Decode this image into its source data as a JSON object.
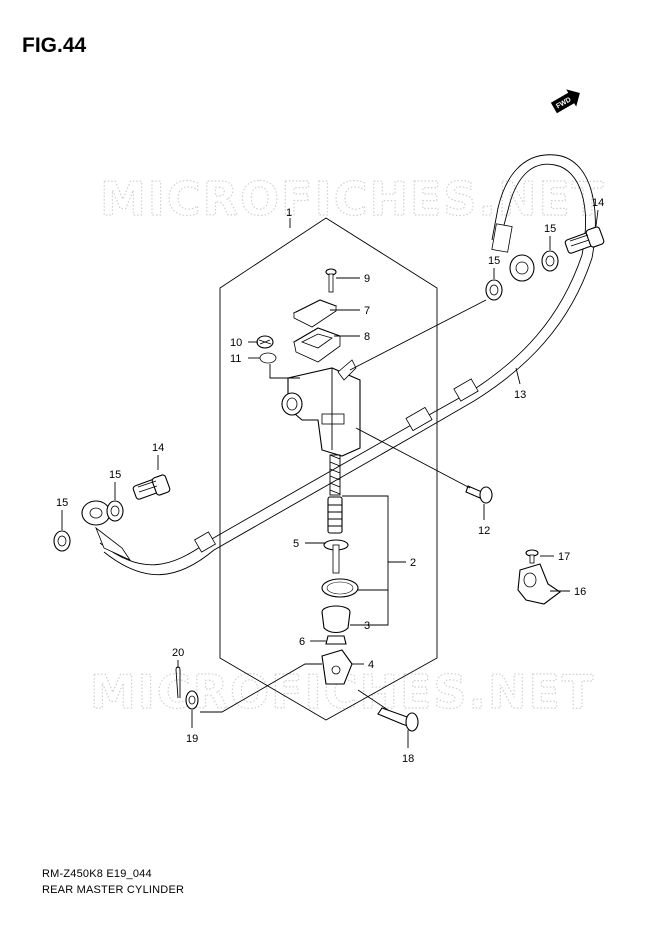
{
  "figure": {
    "label": "FIG.44",
    "direction_badge": "FWD",
    "watermark": "MICROFICHES.NET"
  },
  "footer": {
    "model_code": "RM-Z450K8 E19_044",
    "diagram_name": "REAR MASTER CYLINDER"
  },
  "callouts": [
    {
      "key": "p1",
      "number": "1"
    },
    {
      "key": "p2",
      "number": "2"
    },
    {
      "key": "p3",
      "number": "3"
    },
    {
      "key": "p4",
      "number": "4"
    },
    {
      "key": "p5",
      "number": "5"
    },
    {
      "key": "p6",
      "number": "6"
    },
    {
      "key": "p7",
      "number": "7"
    },
    {
      "key": "p8",
      "number": "8"
    },
    {
      "key": "p9",
      "number": "9"
    },
    {
      "key": "p10",
      "number": "10"
    },
    {
      "key": "p11",
      "number": "11"
    },
    {
      "key": "p12",
      "number": "12"
    },
    {
      "key": "p13",
      "number": "13"
    },
    {
      "key": "p14a",
      "number": "14"
    },
    {
      "key": "p14b",
      "number": "14"
    },
    {
      "key": "p15a",
      "number": "15"
    },
    {
      "key": "p15b",
      "number": "15"
    },
    {
      "key": "p15c",
      "number": "15"
    },
    {
      "key": "p15d",
      "number": "15"
    },
    {
      "key": "p16",
      "number": "16"
    },
    {
      "key": "p17",
      "number": "17"
    },
    {
      "key": "p18",
      "number": "18"
    },
    {
      "key": "p19",
      "number": "19"
    },
    {
      "key": "p20",
      "number": "20"
    }
  ],
  "colors": {
    "ink": "#000000",
    "watermark": "#d0d0d0",
    "background": "#ffffff"
  }
}
